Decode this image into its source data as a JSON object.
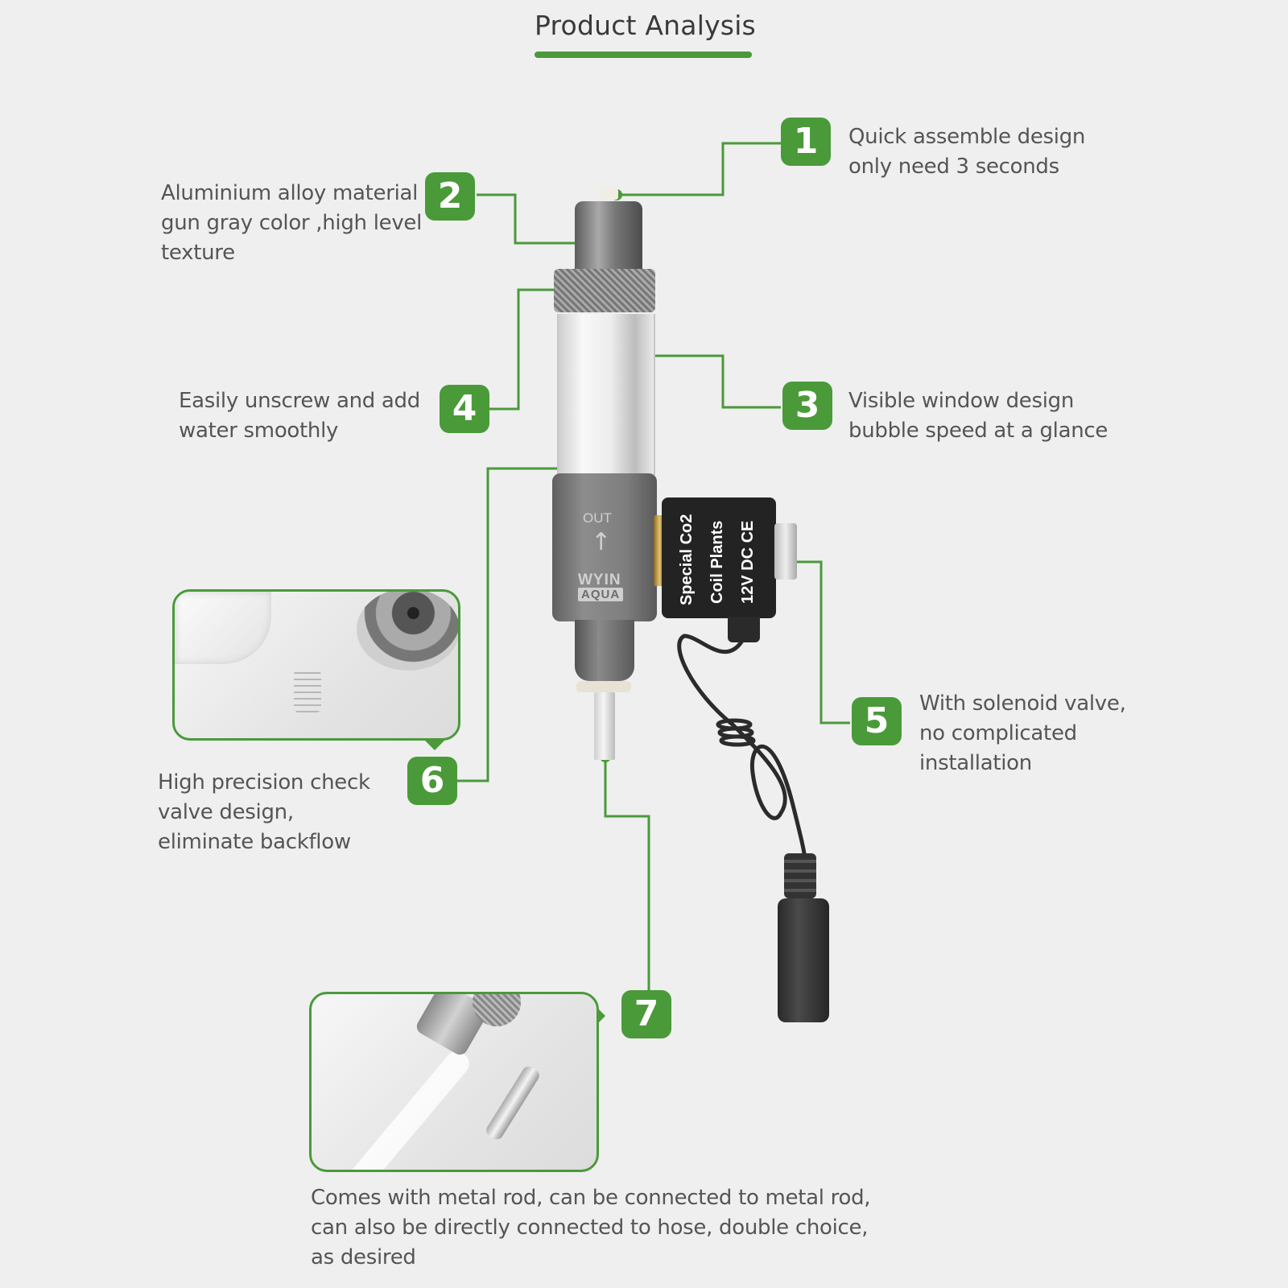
{
  "header": {
    "title": "Product Analysis"
  },
  "colors": {
    "accent": "#4a9a3a",
    "background": "#efefef",
    "text": "#555555"
  },
  "callouts": [
    {
      "number": "1",
      "text": "Quick assemble design\nonly  need 3 seconds"
    },
    {
      "number": "2",
      "text": "Aluminium alloy material\ngun gray color ,high level\ntexture"
    },
    {
      "number": "3",
      "text": "Visible window design\nbubble speed at a glance"
    },
    {
      "number": "4",
      "text": "Easily unscrew and add\nwater smoothly"
    },
    {
      "number": "5",
      "text": "With solenoid valve,\nno complicated\ninstallation"
    },
    {
      "number": "6",
      "text": "High precision check\nvalve design,\neliminate backflow"
    },
    {
      "number": "7",
      "text": "Comes with metal rod, can be connected to metal rod,\ncan also be directly connected to hose, double choice,\nas desired"
    }
  ],
  "product": {
    "body_label_out": "OUT",
    "body_brand_1": "WYIN",
    "body_brand_2": "AQUA",
    "solenoid_label_1": "Special Co2",
    "solenoid_label_2": "Coil Plants",
    "solenoid_label_3": "12V  DC CE"
  },
  "insets": [
    {
      "id": "check-valve-closeup",
      "depicts": "check valve spring and cap"
    },
    {
      "id": "metal-rod-closeup",
      "depicts": "hose fitting and metal rod"
    }
  ]
}
